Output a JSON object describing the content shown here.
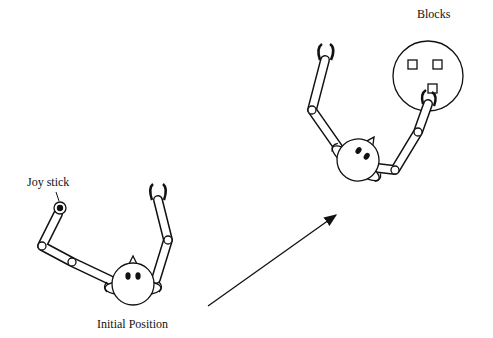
{
  "diagram": {
    "labels": [
      "Joy stick",
      "Initial Position",
      "Blocks"
    ]
  }
}
